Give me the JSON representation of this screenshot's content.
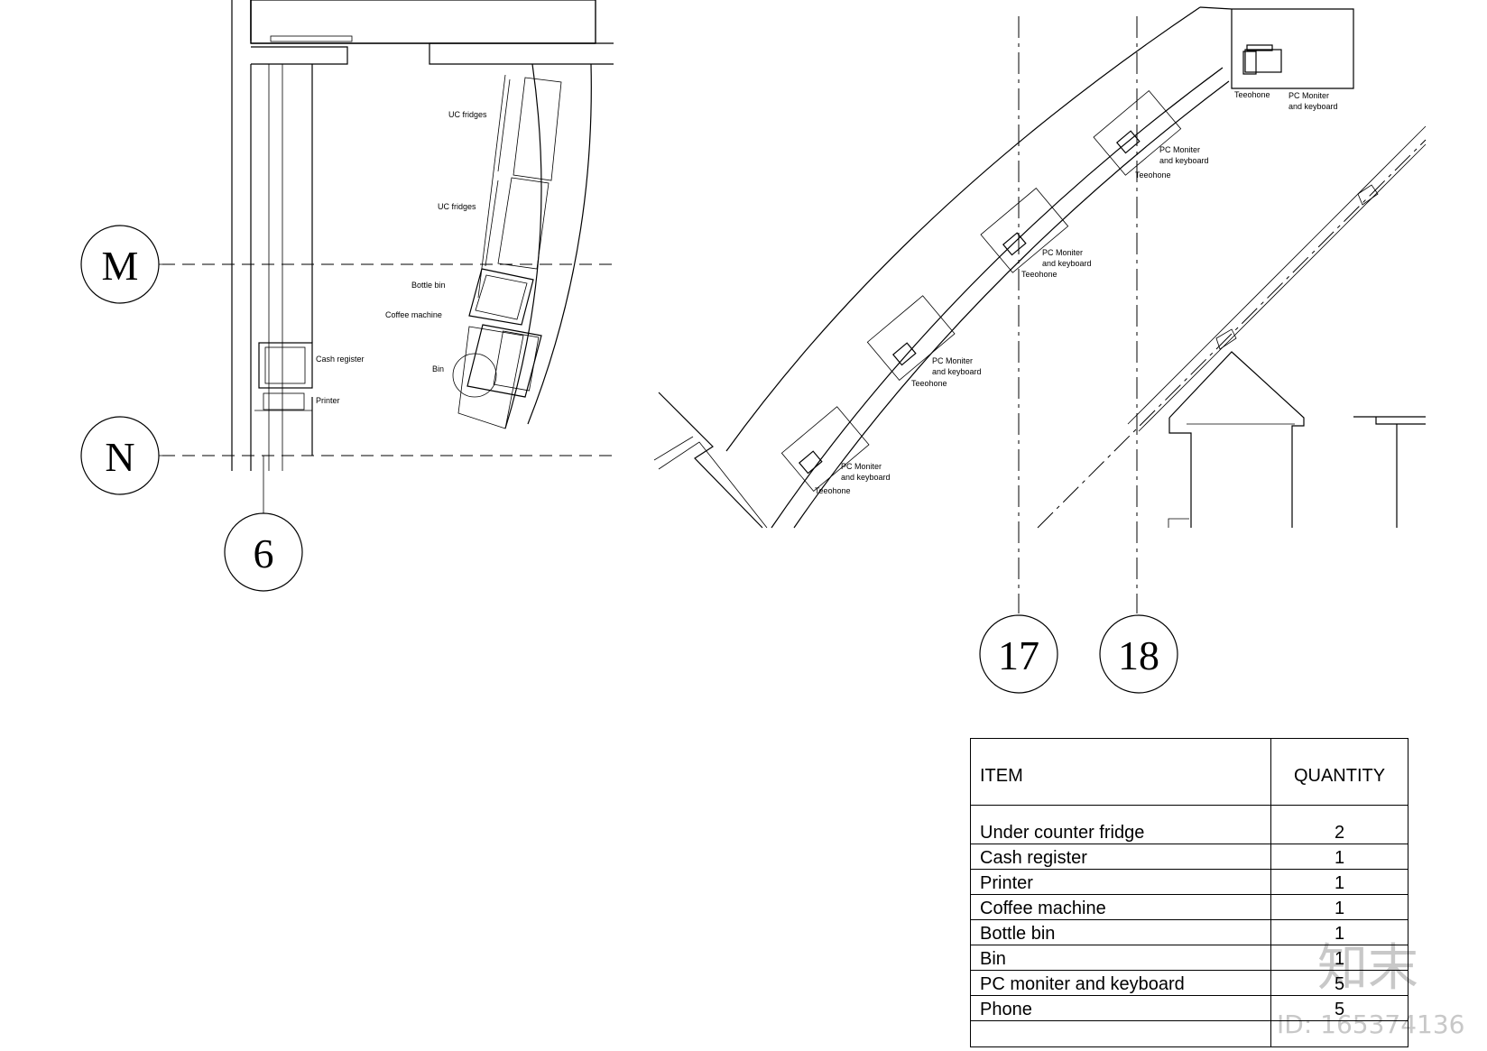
{
  "grid_bubbles": {
    "m": "M",
    "n": "N",
    "six": "6",
    "seventeen": "17",
    "eighteen": "18"
  },
  "labels": {
    "uc_fridges_1": "UC fridges",
    "uc_fridges_2": "UC fridges",
    "bottle_bin": "Bottle bin",
    "coffee_machine": "Coffee machine",
    "bin": "Bin",
    "cash_register": "Cash register",
    "printer": "Printer",
    "telephone": "Teeohone",
    "pc_monitor_l1": "PC Moniter",
    "pc_monitor_l2": "and keyboard"
  },
  "schedule": {
    "header_item": "ITEM",
    "header_quantity": "QUANTITY",
    "rows": [
      {
        "item": "Under counter fridge",
        "qty": "2"
      },
      {
        "item": "Cash register",
        "qty": "1"
      },
      {
        "item": "Printer",
        "qty": "1"
      },
      {
        "item": "Coffee machine",
        "qty": "1"
      },
      {
        "item": "Bottle bin",
        "qty": "1"
      },
      {
        "item": "Bin",
        "qty": "1"
      },
      {
        "item": "PC moniter and keyboard",
        "qty": "5"
      },
      {
        "item": "Phone",
        "qty": "5"
      }
    ]
  },
  "watermark": {
    "logo": "知末",
    "id": "ID: 165374136"
  }
}
